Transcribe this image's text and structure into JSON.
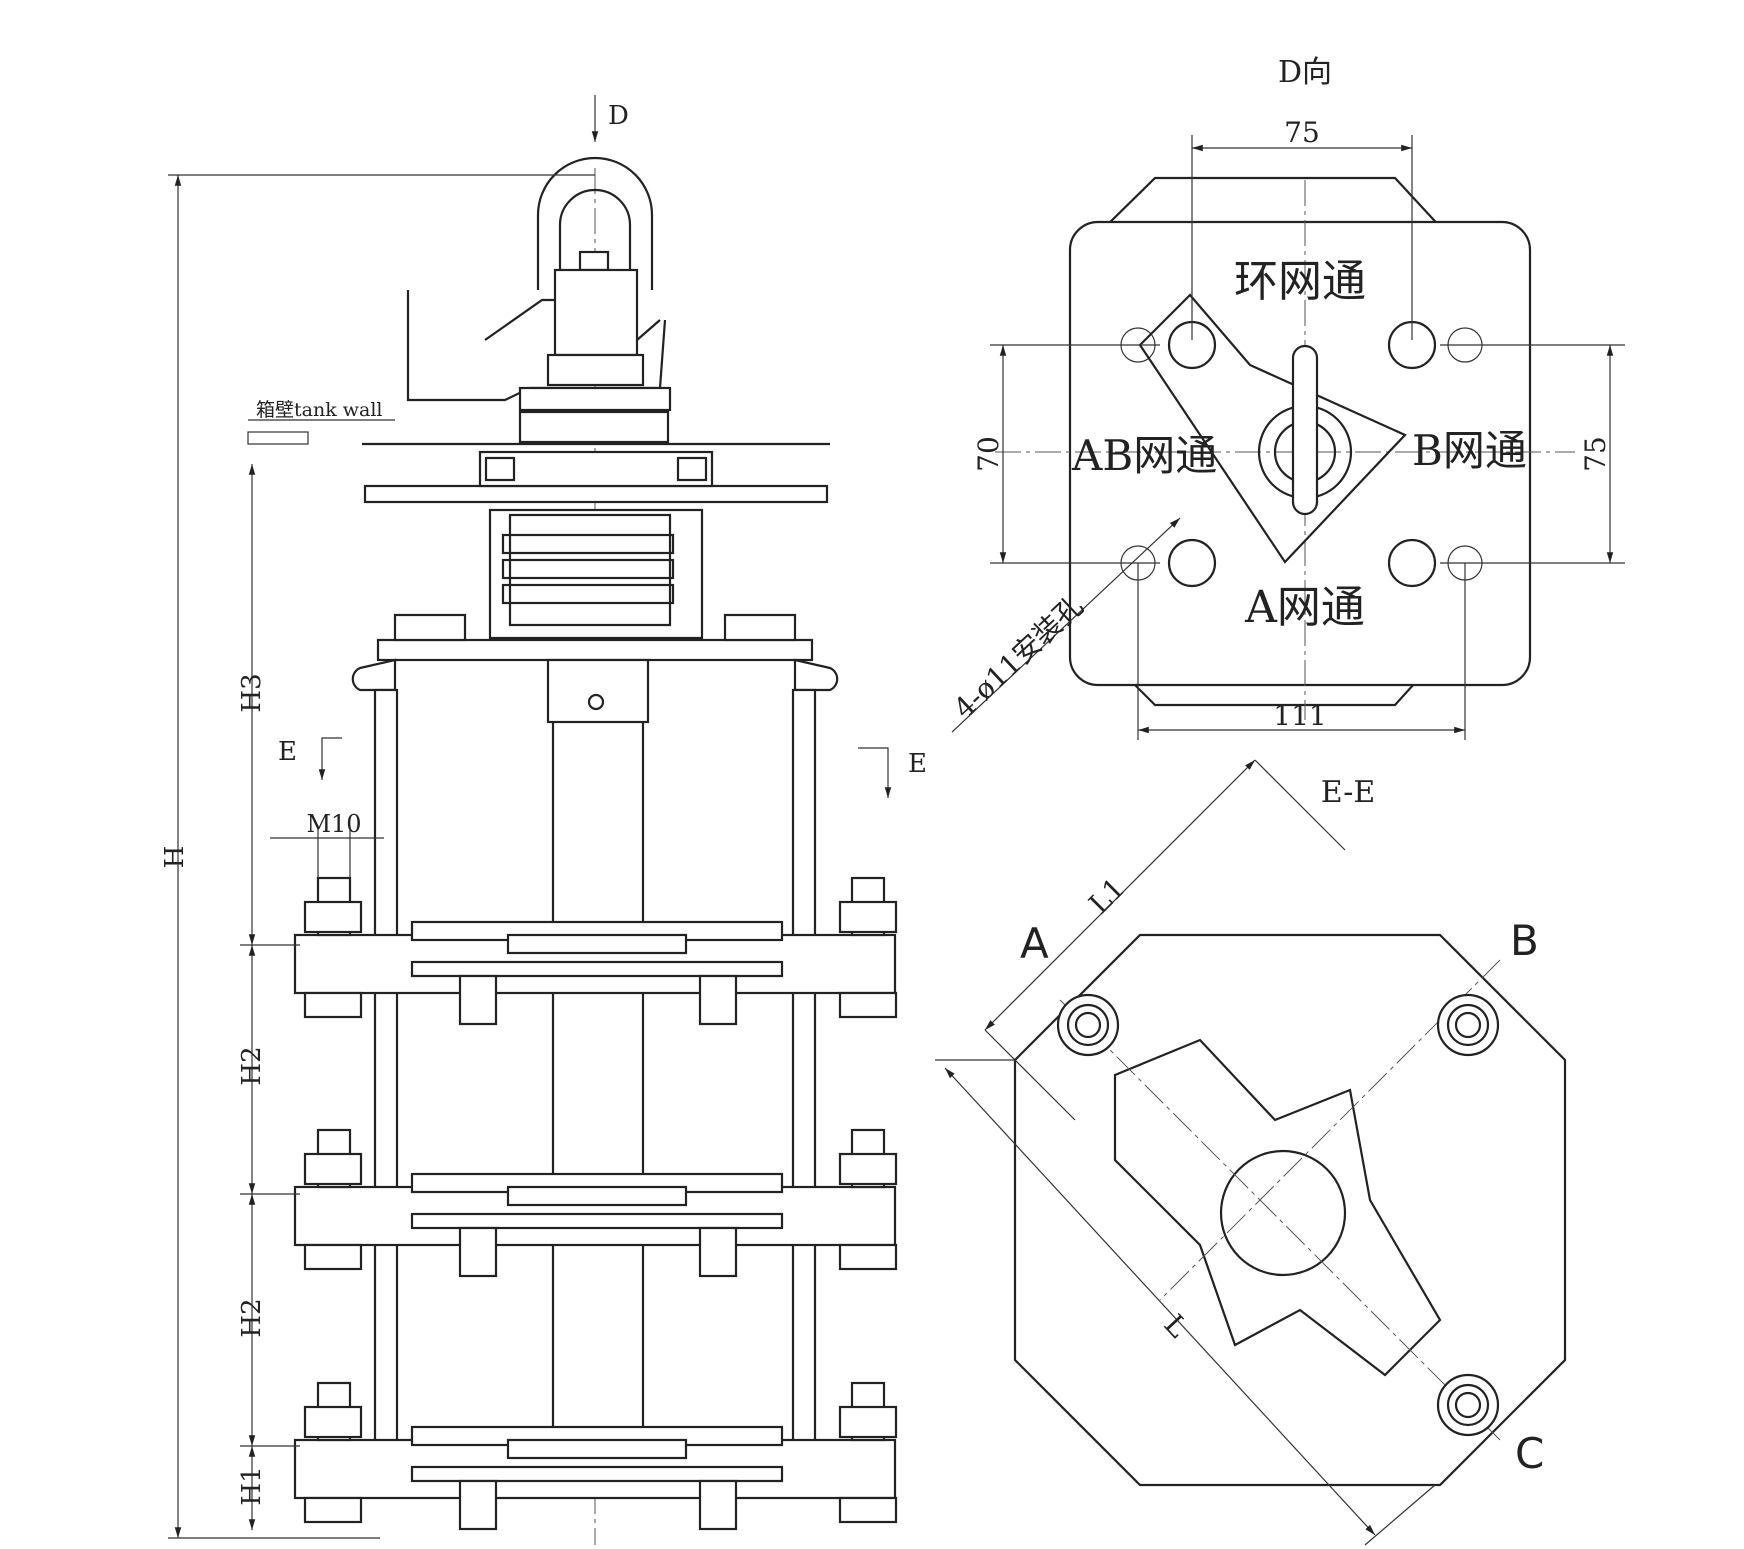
{
  "front_view": {
    "view_arrow_label": "D",
    "tank_wall_label": "箱壁tank wall",
    "section_marker_left": "E",
    "section_marker_right": "E",
    "dim_H": "H",
    "dim_H3": "H3",
    "dim_H2_upper": "H2",
    "dim_H2_lower": "H2",
    "dim_H1": "H1",
    "dim_M10": "M10"
  },
  "d_view": {
    "title": "D向",
    "dim_top": "75",
    "dim_left": "70",
    "dim_right": "75",
    "dim_bottom": "111",
    "hole_note": "4-ø11安装孔",
    "label_top": "环网通",
    "label_left": "AB网通",
    "label_right": "B网通",
    "label_bottom": "A网通"
  },
  "section_view": {
    "title": "E-E",
    "dim_L1": "L1",
    "dim_L": "L",
    "terminal_a": "A",
    "terminal_b": "B",
    "terminal_c": "C"
  }
}
